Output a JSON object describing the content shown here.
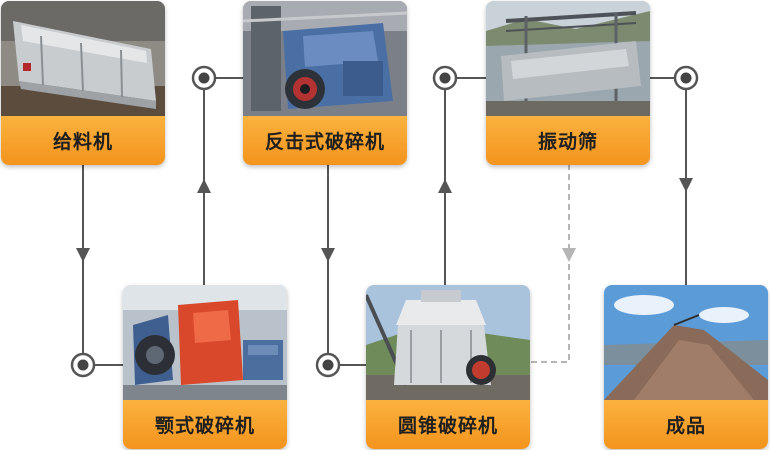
{
  "steps": [
    {
      "id": "feeder",
      "label": "给料机"
    },
    {
      "id": "impact",
      "label": "反击式破碎机"
    },
    {
      "id": "screen",
      "label": "振动筛"
    },
    {
      "id": "jaw",
      "label": "颚式破碎机"
    },
    {
      "id": "cone",
      "label": "圆锥破碎机"
    },
    {
      "id": "product",
      "label": "成品"
    }
  ],
  "colors": {
    "label_top": "#fbb23f",
    "label_bottom": "#f3941d",
    "connector": "#555555",
    "return_line": "#b5b5b5"
  }
}
